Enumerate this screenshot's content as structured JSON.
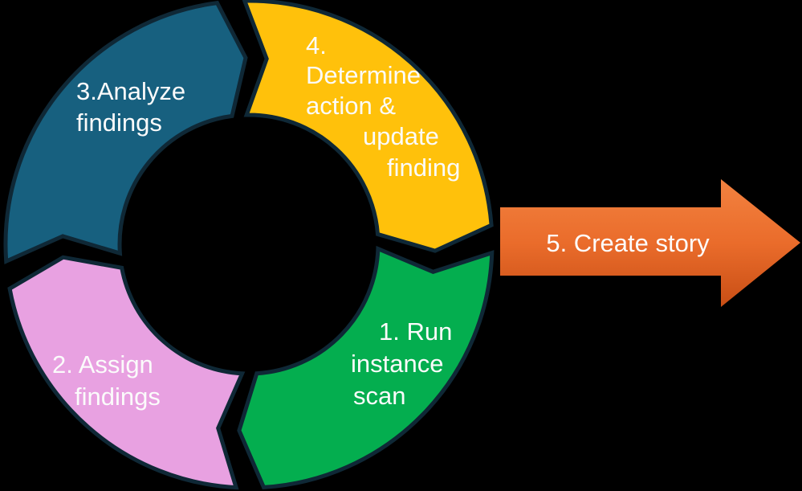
{
  "background_color": "#000000",
  "diagram": {
    "type": "cycle",
    "direction": "clockwise",
    "outline_color": "#0F2836",
    "label_color": "#FBFBFB",
    "steps": [
      {
        "id": "run-instance-scan",
        "step": 1,
        "label": "1. Run instance scan",
        "lines": [
          "1. Run",
          "instance",
          "scan"
        ],
        "color": "#04AE4F",
        "position": "bottom-right",
        "start_angle": 2,
        "end_angle": 86.5
      },
      {
        "id": "assign-findings",
        "step": 2,
        "label": "2. Assign findings",
        "lines": [
          "2. Assign",
          "findings"
        ],
        "color": "#E8A1E1",
        "position": "bottom-left",
        "start_angle": 93,
        "end_angle": 169.5
      },
      {
        "id": "analyze-findings",
        "step": 3,
        "label": "3.Analyze findings",
        "lines": [
          "3.Analyze",
          "findings"
        ],
        "color": "#17607F",
        "position": "top-left",
        "start_angle": 176,
        "end_angle": 262.5
      },
      {
        "id": "determine-action-update-finding",
        "step": 4,
        "label": "4. Determine action & update finding",
        "lines": [
          "4.",
          "Determine",
          "action &",
          "update",
          "finding"
        ],
        "color": "#FFC10B",
        "position": "top-right",
        "start_angle": 269,
        "end_angle": 355.5
      }
    ],
    "arrow": {
      "id": "create-story",
      "step": 5,
      "label": "5. Create story",
      "direction": "right",
      "gradient_top": "#F28240",
      "gradient_mid": "#EA6C2B",
      "gradient_bottom": "#C84E15"
    }
  }
}
